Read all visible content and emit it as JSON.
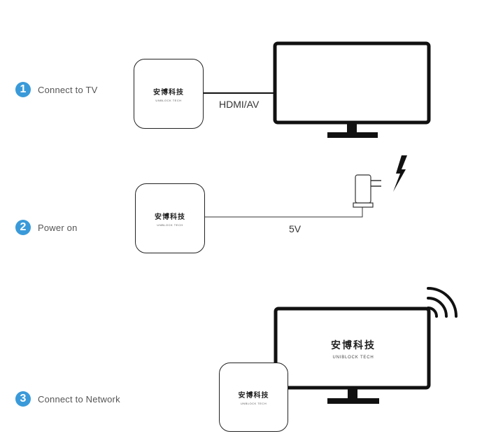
{
  "steps": [
    {
      "number": "1",
      "label": "Connect to TV"
    },
    {
      "number": "2",
      "label": "Power on"
    },
    {
      "number": "3",
      "label": "Connect to Network"
    }
  ],
  "device": {
    "brand": "安博科技",
    "sub": "UNBLOCK TECH"
  },
  "connections": {
    "hdmi": "HDMI/AV",
    "power": "5V"
  },
  "tv_screen": {
    "brand": "安博科技",
    "sub": "UNIBLOCK TECH"
  },
  "icons": [
    "tv-icon",
    "power-adapter-icon",
    "lightning-icon",
    "wifi-icon",
    "tv-box-icon"
  ],
  "colors": {
    "step_badge": "#3a9ad9",
    "outline": "#111111"
  }
}
